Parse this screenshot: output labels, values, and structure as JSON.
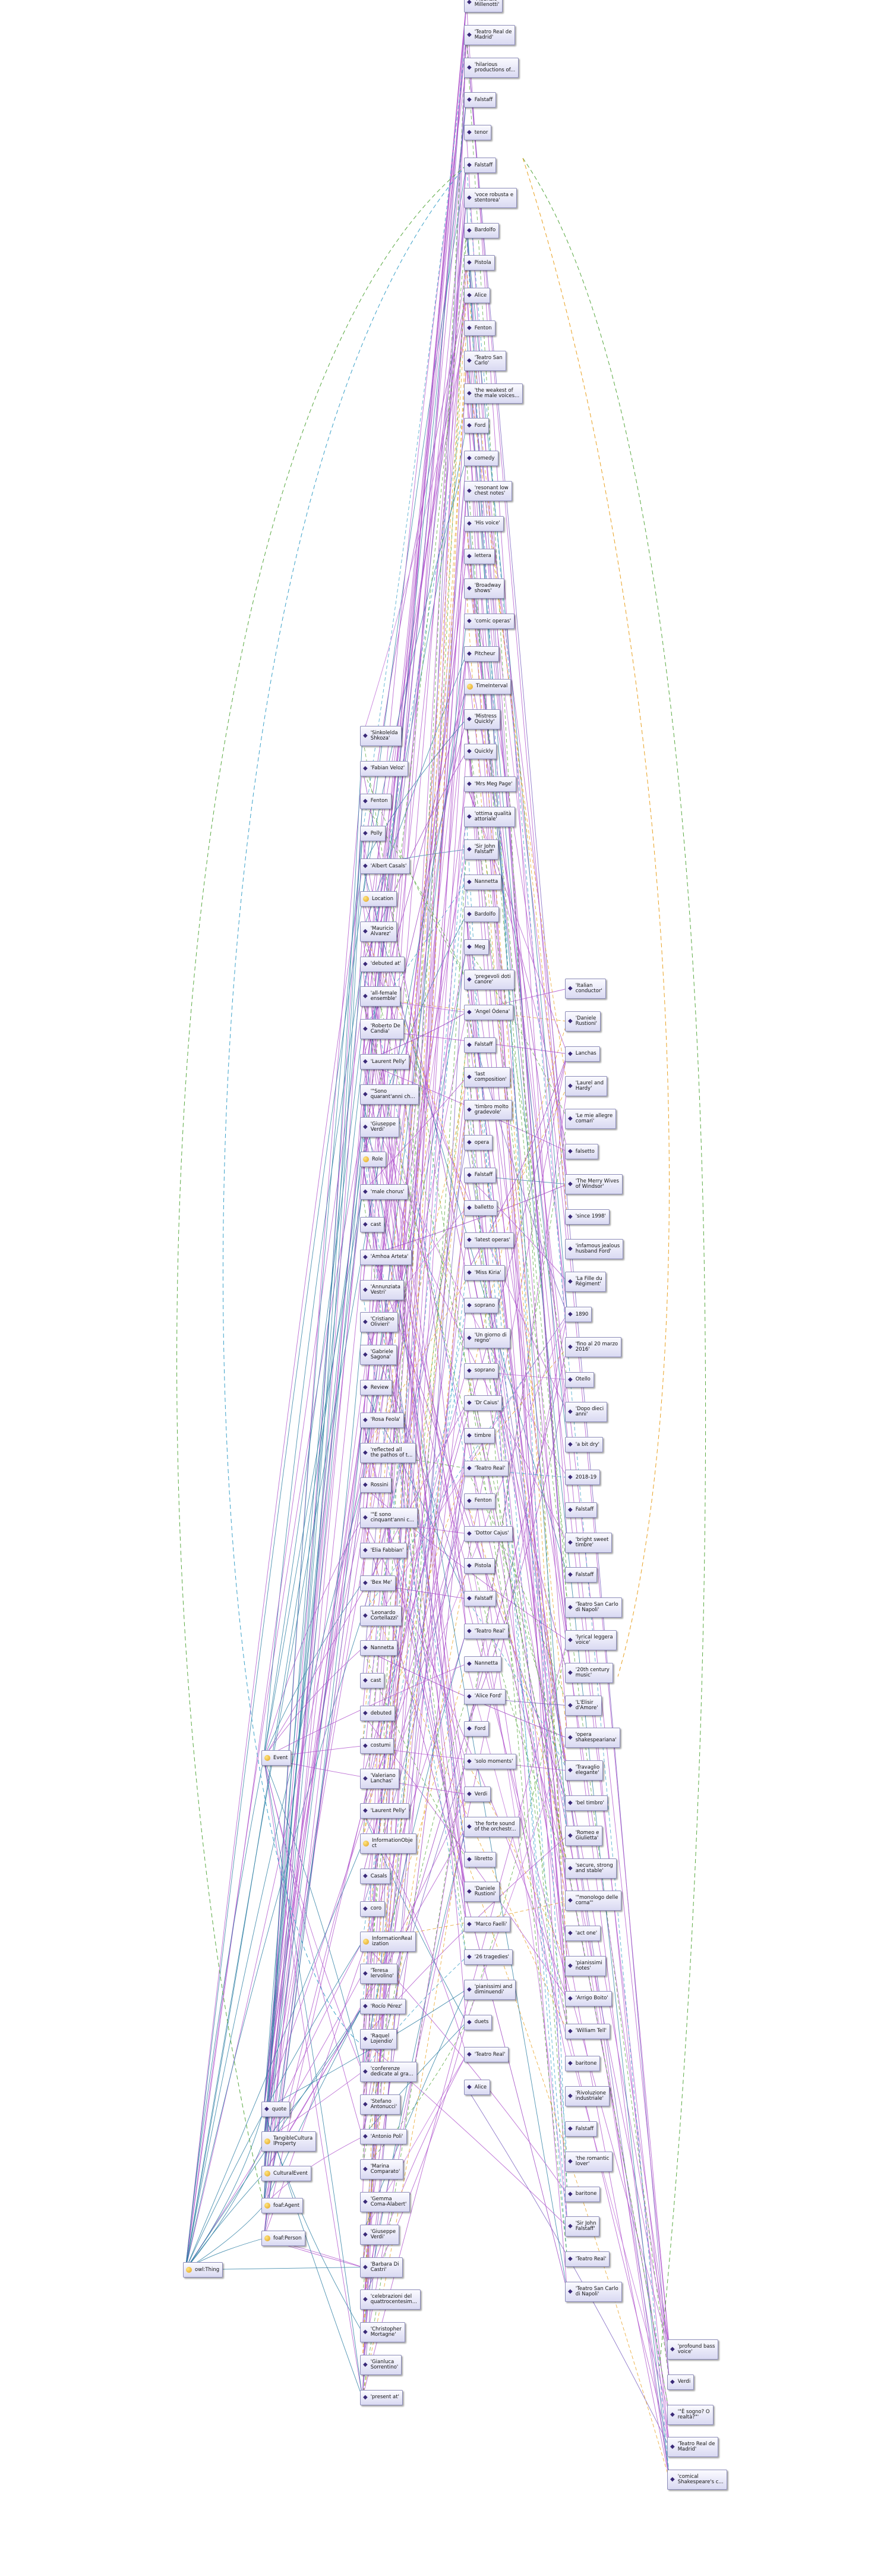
{
  "graph": {
    "nodes": [
      {
        "id": "c0",
        "label": "'Maurizio\nMillenotti'",
        "kind": "individual"
      },
      {
        "id": "c1",
        "label": "'Teatro Real de\nMadrid'",
        "kind": "individual"
      },
      {
        "id": "c2",
        "label": "'hilarious\nproductions of...",
        "kind": "individual"
      },
      {
        "id": "c3",
        "label": "Falstaff",
        "kind": "individual"
      },
      {
        "id": "c4",
        "label": "tenor",
        "kind": "individual"
      },
      {
        "id": "c5",
        "label": "Falstaff",
        "kind": "individual"
      },
      {
        "id": "c6",
        "label": "'voce robusta e\nstentorea'",
        "kind": "individual"
      },
      {
        "id": "c7",
        "label": "Bardolfo",
        "kind": "individual"
      },
      {
        "id": "c8",
        "label": "Pistola",
        "kind": "individual"
      },
      {
        "id": "c9",
        "label": "Alice",
        "kind": "individual"
      },
      {
        "id": "c10",
        "label": "Fenton",
        "kind": "individual"
      },
      {
        "id": "c11",
        "label": "'Teatro San\nCarlo'",
        "kind": "individual"
      },
      {
        "id": "c12",
        "label": "'the weakest of\nthe male voices...",
        "kind": "individual"
      },
      {
        "id": "c13",
        "label": "Ford",
        "kind": "individual"
      },
      {
        "id": "c14",
        "label": "comedy",
        "kind": "individual"
      },
      {
        "id": "c15",
        "label": "'resonant low\nchest notes'",
        "kind": "individual"
      },
      {
        "id": "c16",
        "label": "'His voice'",
        "kind": "individual"
      },
      {
        "id": "c17",
        "label": "lettera",
        "kind": "individual"
      },
      {
        "id": "c18",
        "label": "'Broadway\nshows'",
        "kind": "individual"
      },
      {
        "id": "c19",
        "label": "'comic operas'",
        "kind": "individual"
      },
      {
        "id": "c20",
        "label": "Pitcheur",
        "kind": "individual"
      },
      {
        "id": "c21",
        "label": "TimeInterval",
        "kind": "class"
      },
      {
        "id": "c22",
        "label": "'Mistress\nQuickly'",
        "kind": "individual"
      },
      {
        "id": "c23",
        "label": "Quickly",
        "kind": "individual"
      },
      {
        "id": "c24",
        "label": "'Mrs Meg Page'",
        "kind": "individual"
      },
      {
        "id": "c25",
        "label": "'ottima qualità\nattoriale'",
        "kind": "individual"
      },
      {
        "id": "c26",
        "label": "'Sir John\nFalstaff'",
        "kind": "individual"
      },
      {
        "id": "c27",
        "label": "Nannetta",
        "kind": "individual"
      },
      {
        "id": "c28",
        "label": "Bardolfo",
        "kind": "individual"
      },
      {
        "id": "c29",
        "label": "Meg",
        "kind": "individual"
      },
      {
        "id": "c30",
        "label": "'pregevoli doti\ncanore'",
        "kind": "individual"
      },
      {
        "id": "c31",
        "label": "'Angel Ódena'",
        "kind": "individual"
      },
      {
        "id": "c32",
        "label": "Falstaff",
        "kind": "individual"
      },
      {
        "id": "c33",
        "label": "'last\ncomposition'",
        "kind": "individual"
      },
      {
        "id": "c34",
        "label": "'timbro molto\ngradevole'",
        "kind": "individual"
      },
      {
        "id": "c35",
        "label": "opera",
        "kind": "individual"
      },
      {
        "id": "c36",
        "label": "Falstaff",
        "kind": "individual"
      },
      {
        "id": "c37",
        "label": "balletto",
        "kind": "individual"
      },
      {
        "id": "c38",
        "label": "'latest operas'",
        "kind": "individual"
      },
      {
        "id": "c39",
        "label": "'Miss Kiria'",
        "kind": "individual"
      },
      {
        "id": "c40",
        "label": "soprano",
        "kind": "individual"
      },
      {
        "id": "c41",
        "label": "'Un giorno di\nregno'",
        "kind": "individual"
      },
      {
        "id": "c42",
        "label": "soprano",
        "kind": "individual"
      },
      {
        "id": "c43",
        "label": "'Dr Caius'",
        "kind": "individual"
      },
      {
        "id": "c44",
        "label": "timbre",
        "kind": "individual"
      },
      {
        "id": "c45",
        "label": "'Teatro Real'",
        "kind": "individual"
      },
      {
        "id": "c46",
        "label": "Fenton",
        "kind": "individual"
      },
      {
        "id": "c47",
        "label": "'Dottor Cajus'",
        "kind": "individual"
      },
      {
        "id": "c48",
        "label": "Pistola",
        "kind": "individual"
      },
      {
        "id": "c49",
        "label": "Falstaff",
        "kind": "individual"
      },
      {
        "id": "c50",
        "label": "'Teatro Real'",
        "kind": "individual"
      },
      {
        "id": "c51",
        "label": "Nannetta",
        "kind": "individual"
      },
      {
        "id": "c52",
        "label": "'Alice Ford'",
        "kind": "individual"
      },
      {
        "id": "c53",
        "label": "Ford",
        "kind": "individual"
      },
      {
        "id": "c54",
        "label": "'solo moments'",
        "kind": "individual"
      },
      {
        "id": "c55",
        "label": "Verdi",
        "kind": "individual"
      },
      {
        "id": "c56",
        "label": "'the forte sound\nof the orchestr...",
        "kind": "individual"
      },
      {
        "id": "c57",
        "label": "libretto",
        "kind": "individual"
      },
      {
        "id": "c58",
        "label": "'Daniele\nRustioni'",
        "kind": "individual"
      },
      {
        "id": "c59",
        "label": "'Marco Faelli'",
        "kind": "individual"
      },
      {
        "id": "c60",
        "label": "'26 tragedies'",
        "kind": "individual"
      },
      {
        "id": "c61",
        "label": "'pianissimi and\ndiminuendi'",
        "kind": "individual"
      },
      {
        "id": "c62",
        "label": "duets",
        "kind": "individual"
      },
      {
        "id": "c63",
        "label": "'Teatro Real'",
        "kind": "individual"
      },
      {
        "id": "c64",
        "label": "Alice",
        "kind": "individual"
      },
      {
        "id": "l0",
        "label": "'Sinkolelda\nShkoza'",
        "kind": "individual"
      },
      {
        "id": "l1",
        "label": "'Fabian Veloz'",
        "kind": "individual"
      },
      {
        "id": "l2",
        "label": "Fenton",
        "kind": "individual"
      },
      {
        "id": "l3",
        "label": "Polly",
        "kind": "individual"
      },
      {
        "id": "l4",
        "label": "'Albert Casals'",
        "kind": "individual"
      },
      {
        "id": "l5",
        "label": "Location",
        "kind": "class"
      },
      {
        "id": "l6",
        "label": "'Mauricio\nAlvarez'",
        "kind": "individual"
      },
      {
        "id": "l7",
        "label": "'debuted at'",
        "kind": "individual"
      },
      {
        "id": "l8",
        "label": "'all-female\nensemble'",
        "kind": "individual"
      },
      {
        "id": "l9",
        "label": "'Roberto De\nCandia'",
        "kind": "individual"
      },
      {
        "id": "l10",
        "label": "'Laurent Pelly'",
        "kind": "individual"
      },
      {
        "id": "l11",
        "label": "'\"Sono\nquarant'anni ch...",
        "kind": "individual"
      },
      {
        "id": "l12",
        "label": "'Giuseppe\nVerdi'",
        "kind": "individual"
      },
      {
        "id": "l13",
        "label": "Role",
        "kind": "class"
      },
      {
        "id": "l14",
        "label": "'male chorus'",
        "kind": "individual"
      },
      {
        "id": "l15",
        "label": "cast",
        "kind": "individual"
      },
      {
        "id": "l16",
        "label": "'Amhoa Arteta'",
        "kind": "individual"
      },
      {
        "id": "l17",
        "label": "'Annunziata\nVestri'",
        "kind": "individual"
      },
      {
        "id": "l18",
        "label": "'Cristiano\nOlivieri'",
        "kind": "individual"
      },
      {
        "id": "l19",
        "label": "'Gabriele\nSagona'",
        "kind": "individual"
      },
      {
        "id": "l20",
        "label": "Review",
        "kind": "individual"
      },
      {
        "id": "l21",
        "label": "'Rosa Feola'",
        "kind": "individual"
      },
      {
        "id": "l22",
        "label": "'reflected all\nthe pathos of t...",
        "kind": "individual"
      },
      {
        "id": "l23",
        "label": "Rossini",
        "kind": "individual"
      },
      {
        "id": "l24",
        "label": "'\"E sono\ncinquant'anni c...",
        "kind": "individual"
      },
      {
        "id": "l25",
        "label": "'Elia Fabbian'",
        "kind": "individual"
      },
      {
        "id": "l26",
        "label": "'Bex Me'",
        "kind": "individual"
      },
      {
        "id": "l27",
        "label": "'Leonardo\nCortellazzi'",
        "kind": "individual"
      },
      {
        "id": "l28",
        "label": "Nannetta",
        "kind": "individual"
      },
      {
        "id": "l29",
        "label": "cast",
        "kind": "individual"
      },
      {
        "id": "l30",
        "label": "debuted",
        "kind": "individual"
      },
      {
        "id": "l31",
        "label": "costumi",
        "kind": "individual"
      },
      {
        "id": "l32",
        "label": "'Valeriano\nLanchas'",
        "kind": "individual"
      },
      {
        "id": "l33",
        "label": "'Laurent Pelly'",
        "kind": "individual"
      },
      {
        "id": "l34",
        "label": "InformationObje\nct",
        "kind": "class"
      },
      {
        "id": "l35",
        "label": "Casals",
        "kind": "individual"
      },
      {
        "id": "l36",
        "label": "coro",
        "kind": "individual"
      },
      {
        "id": "l37",
        "label": "InformationReal\nization",
        "kind": "class"
      },
      {
        "id": "l38",
        "label": "'Teresa\nIervolino'",
        "kind": "individual"
      },
      {
        "id": "l39",
        "label": "'Rocío Pérez'",
        "kind": "individual"
      },
      {
        "id": "l40",
        "label": "'Raquel\nLojendio'",
        "kind": "individual"
      },
      {
        "id": "l41",
        "label": "'conferenze\ndedicate al gra...",
        "kind": "individual"
      },
      {
        "id": "l42",
        "label": "'Stefano\nAntonucci'",
        "kind": "individual"
      },
      {
        "id": "l43",
        "label": "'Antonio Poli'",
        "kind": "individual"
      },
      {
        "id": "l44",
        "label": "'Marina\nComparato'",
        "kind": "individual"
      },
      {
        "id": "l45",
        "label": "'Gemma\nComa-Alabert'",
        "kind": "individual"
      },
      {
        "id": "l46",
        "label": "'Giuseppe\nVerdi'",
        "kind": "individual"
      },
      {
        "id": "l47",
        "label": "'Barbara Di\nCastri'",
        "kind": "individual"
      },
      {
        "id": "l48",
        "label": "'celebrazioni del\nquattrocentesim...",
        "kind": "individual"
      },
      {
        "id": "l49",
        "label": "'Christopher\nMortagne'",
        "kind": "individual"
      },
      {
        "id": "l50",
        "label": "'Gianluca\nSorrentino'",
        "kind": "individual"
      },
      {
        "id": "l51",
        "label": "'present at'",
        "kind": "individual"
      },
      {
        "id": "r0",
        "label": "'Italian\nconductor'",
        "kind": "individual"
      },
      {
        "id": "r1",
        "label": "'Daniele\nRustioni'",
        "kind": "individual"
      },
      {
        "id": "r2",
        "label": "Lanchas",
        "kind": "individual"
      },
      {
        "id": "r3",
        "label": "'Laurel and\nHardy'",
        "kind": "individual"
      },
      {
        "id": "r4",
        "label": "'Le mie allegre\ncomari'",
        "kind": "individual"
      },
      {
        "id": "r5",
        "label": "falsetto",
        "kind": "individual"
      },
      {
        "id": "r6",
        "label": "'The Merry Wives\nof Windsor'",
        "kind": "individual"
      },
      {
        "id": "r7",
        "label": "'since 1998'",
        "kind": "individual"
      },
      {
        "id": "r8",
        "label": "'infamous jealous\nhusband Ford'",
        "kind": "individual"
      },
      {
        "id": "r9",
        "label": "'La Fille du\nRégiment'",
        "kind": "individual"
      },
      {
        "id": "r10",
        "label": "1890",
        "kind": "individual"
      },
      {
        "id": "r11",
        "label": "'fino al 20 marzo\n2016'",
        "kind": "individual"
      },
      {
        "id": "r12",
        "label": "Otello",
        "kind": "individual"
      },
      {
        "id": "r13",
        "label": "'Dopo dieci\nanni'",
        "kind": "individual"
      },
      {
        "id": "r14",
        "label": "'a bit dry'",
        "kind": "individual"
      },
      {
        "id": "r15",
        "label": "2018-19",
        "kind": "individual"
      },
      {
        "id": "r16",
        "label": "Falstaff",
        "kind": "individual"
      },
      {
        "id": "r17",
        "label": "'bright sweet\ntimbre'",
        "kind": "individual"
      },
      {
        "id": "r18",
        "label": "Falstaff",
        "kind": "individual"
      },
      {
        "id": "r19",
        "label": "'Teatro San Carlo\ndi Napoli'",
        "kind": "individual"
      },
      {
        "id": "r20",
        "label": "'lyrical leggera\nvoice'",
        "kind": "individual"
      },
      {
        "id": "r21",
        "label": "'20th century\nmusic'",
        "kind": "individual"
      },
      {
        "id": "r22",
        "label": "'L'Elisir\nd'Amore'",
        "kind": "individual"
      },
      {
        "id": "r23",
        "label": "'opera\nshakespeariana'",
        "kind": "individual"
      },
      {
        "id": "r24",
        "label": "'Travaglio\nelegante'",
        "kind": "individual"
      },
      {
        "id": "r25",
        "label": "'bel timbro'",
        "kind": "individual"
      },
      {
        "id": "r26",
        "label": "'Romeo e\nGiulietta'",
        "kind": "individual"
      },
      {
        "id": "r27",
        "label": "'secure, strong\nand stable'",
        "kind": "individual"
      },
      {
        "id": "r28",
        "label": "'\"monologo delle\ncorna\"'",
        "kind": "individual"
      },
      {
        "id": "r29",
        "label": "'act one'",
        "kind": "individual"
      },
      {
        "id": "r30",
        "label": "'pianissimi\nnotes'",
        "kind": "individual"
      },
      {
        "id": "r31",
        "label": "'Arrigo Boito'",
        "kind": "individual"
      },
      {
        "id": "r32",
        "label": "'William Tell'",
        "kind": "individual"
      },
      {
        "id": "r33",
        "label": "baritone",
        "kind": "individual"
      },
      {
        "id": "r34",
        "label": "'Rivoluzione\nindustriale'",
        "kind": "individual"
      },
      {
        "id": "r35",
        "label": "Falstaff",
        "kind": "individual"
      },
      {
        "id": "r36",
        "label": "'the romantic\nlover'",
        "kind": "individual"
      },
      {
        "id": "r37",
        "label": "baritone",
        "kind": "individual"
      },
      {
        "id": "r38",
        "label": "'Sir John\nFalstaff'",
        "kind": "individual"
      },
      {
        "id": "r39",
        "label": "'Teatro Real'",
        "kind": "individual"
      },
      {
        "id": "r40",
        "label": "'Teatro San Carlo\ndi Napoli'",
        "kind": "individual"
      },
      {
        "id": "f0",
        "label": "'profound bass\nvoice'",
        "kind": "individual"
      },
      {
        "id": "f1",
        "label": "Verdi",
        "kind": "individual"
      },
      {
        "id": "f2",
        "label": "'\"È sogno? O\nrealtà?\"'",
        "kind": "individual"
      },
      {
        "id": "f3",
        "label": "'Teatro Real de\nMadrid'",
        "kind": "individual"
      },
      {
        "id": "f4",
        "label": "'comical\nShakespeare's c...",
        "kind": "individual"
      },
      {
        "id": "x0",
        "label": "Event",
        "kind": "class"
      },
      {
        "id": "x1",
        "label": "quote",
        "kind": "individual"
      },
      {
        "id": "x2",
        "label": "TangibleCultura\nlProperty",
        "kind": "class"
      },
      {
        "id": "x3",
        "label": "CulturalEvent",
        "kind": "class"
      },
      {
        "id": "x4",
        "label": "foaf:Agent",
        "kind": "class"
      },
      {
        "id": "x5",
        "label": "foaf:Person",
        "kind": "class"
      },
      {
        "id": "x6",
        "label": "owl:Thing",
        "kind": "class"
      }
    ]
  }
}
